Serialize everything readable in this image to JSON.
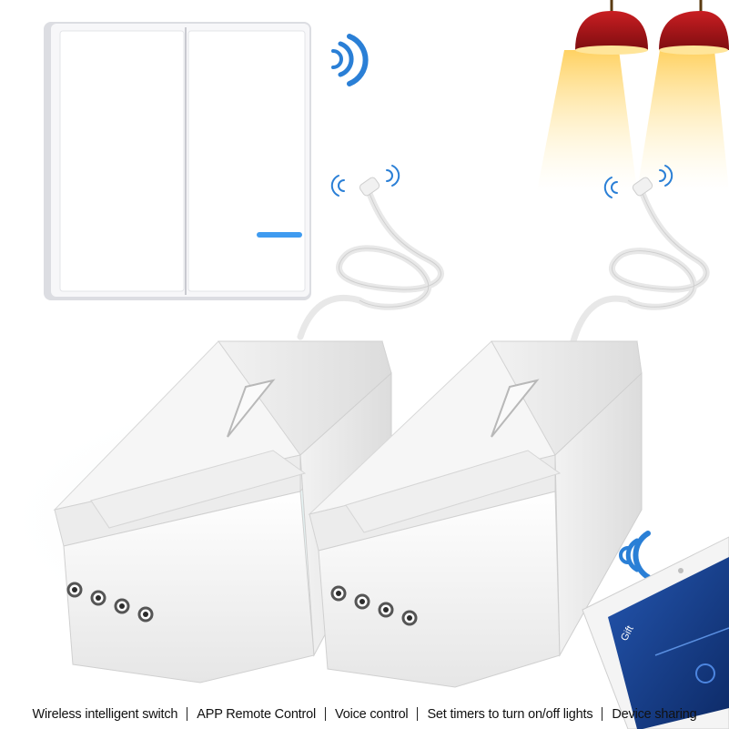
{
  "colors": {
    "background": "#ffffff",
    "device_white": "#f4f4f4",
    "indicator_blue": "#3f9bf0",
    "wifi_blue": "#2a7fd6",
    "lamp_red": "#b3181c",
    "tablet_screen": "#1c3d86"
  },
  "icons": [
    "wifi-signal-icon",
    "wireless-wave-icon"
  ],
  "tablet": {
    "screen_text": "Gift"
  },
  "features": [
    {
      "label": "Wireless intelligent switch"
    },
    {
      "label": "APP Remote Control"
    },
    {
      "label": "Voice control"
    },
    {
      "label": "Set timers to turn on/off lights"
    },
    {
      "label": "Device sharing"
    }
  ]
}
